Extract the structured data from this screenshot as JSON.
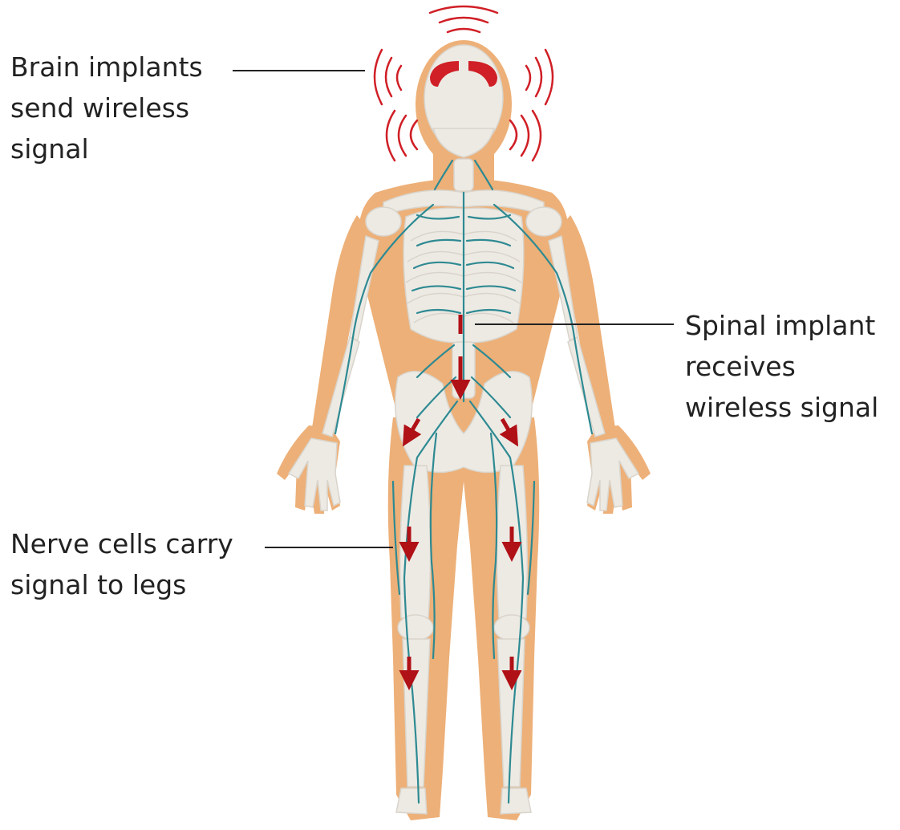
{
  "callouts": {
    "brain": {
      "lines": [
        "Brain implants",
        "send wireless",
        "signal"
      ]
    },
    "spinal": {
      "lines": [
        "Spinal implant",
        "receives",
        "wireless signal"
      ]
    },
    "nerve": {
      "lines": [
        "Nerve cells carry",
        "signal to legs"
      ]
    }
  },
  "colors": {
    "skin": "#EDB078",
    "bone": "#EDEAE4",
    "bone_outline": "#D9D4CB",
    "nerve": "#2E8A92",
    "signal": "#D01F26",
    "arrow": "#B01116",
    "leader_line": "#222222",
    "text": "#222222"
  },
  "icons": {
    "wireless": "wireless-signal-arcs-icon",
    "brain": "brain-implant-icon",
    "arrow": "arrow-down-icon"
  }
}
